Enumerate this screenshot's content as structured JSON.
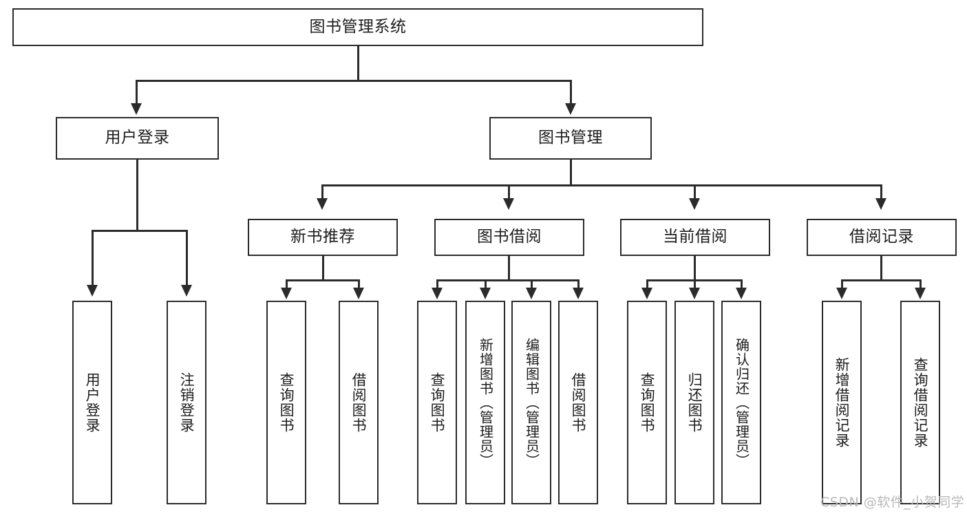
{
  "diagram": {
    "type": "tree-hierarchy",
    "title_node": {
      "label": "图书管理系统"
    },
    "level2": [
      {
        "id": "user-login",
        "label": "用户登录"
      },
      {
        "id": "book-management",
        "label": "图书管理"
      }
    ],
    "level3": [
      {
        "id": "new-book-recommend",
        "label": "新书推荐",
        "parent": "book-management"
      },
      {
        "id": "book-borrow",
        "label": "图书借阅",
        "parent": "book-management"
      },
      {
        "id": "current-borrow",
        "label": "当前借阅",
        "parent": "book-management"
      },
      {
        "id": "borrow-record",
        "label": "借阅记录",
        "parent": "book-management"
      }
    ],
    "leaves": {
      "user_login": [
        {
          "id": "leaf-user-login",
          "label": "用户登录"
        },
        {
          "id": "leaf-logout-login",
          "label": "注销登录"
        }
      ],
      "new_book_recommend": [
        {
          "id": "leaf-query-book-1",
          "label": "查询图书"
        },
        {
          "id": "leaf-borrow-book-1",
          "label": "借阅图书"
        }
      ],
      "book_borrow": [
        {
          "id": "leaf-query-book-2",
          "label": "查询图书"
        },
        {
          "id": "leaf-add-book-admin",
          "label": "新增图书（管理员）"
        },
        {
          "id": "leaf-edit-book-admin",
          "label": "编辑图书（管理员）"
        },
        {
          "id": "leaf-borrow-book-2",
          "label": "借阅图书"
        }
      ],
      "current_borrow": [
        {
          "id": "leaf-query-book-3",
          "label": "查询图书"
        },
        {
          "id": "leaf-return-book",
          "label": "归还图书"
        },
        {
          "id": "leaf-confirm-return-admin",
          "label": "确认归还（管理员）"
        }
      ],
      "borrow_record": [
        {
          "id": "leaf-add-borrow-record",
          "label": "新增借阅记录"
        },
        {
          "id": "leaf-query-borrow-record",
          "label": "查询借阅记录"
        }
      ]
    }
  },
  "watermark": {
    "text": "CSDN @软件_小贺同学"
  },
  "colors": {
    "stroke": "#2b2b2b",
    "background": "#ffffff",
    "text": "#1c1c1c",
    "watermark": "#b9b9b9"
  }
}
